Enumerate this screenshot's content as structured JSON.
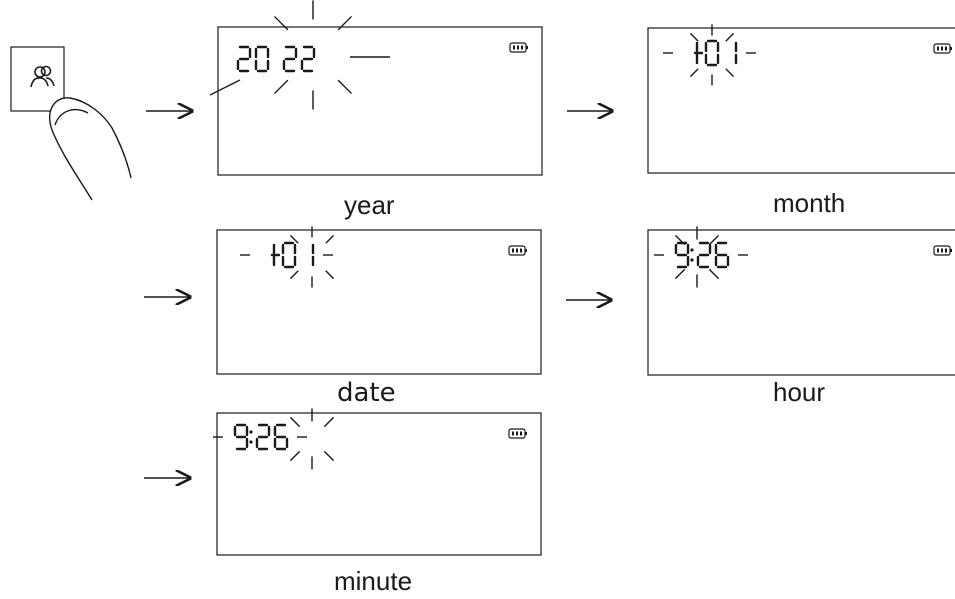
{
  "steps": [
    {
      "id": "year",
      "caption": "year",
      "segments": [
        "20",
        "22"
      ],
      "separator": "none"
    },
    {
      "id": "month",
      "caption": "month",
      "segments": [
        "1",
        "01"
      ],
      "separator": "dash"
    },
    {
      "id": "date",
      "caption": "date",
      "segments": [
        "1",
        "01"
      ],
      "separator": "dash"
    },
    {
      "id": "hour",
      "caption": "hour",
      "segments": [
        "9",
        "26"
      ],
      "separator": "colon"
    },
    {
      "id": "minute",
      "caption": "minute",
      "segments": [
        "9",
        "26"
      ],
      "separator": "colon"
    }
  ],
  "button_icon": "user-icon",
  "battery_icon": "battery-icon",
  "colors": {
    "stroke": "#1a1a1a",
    "background": "#ffffff"
  }
}
